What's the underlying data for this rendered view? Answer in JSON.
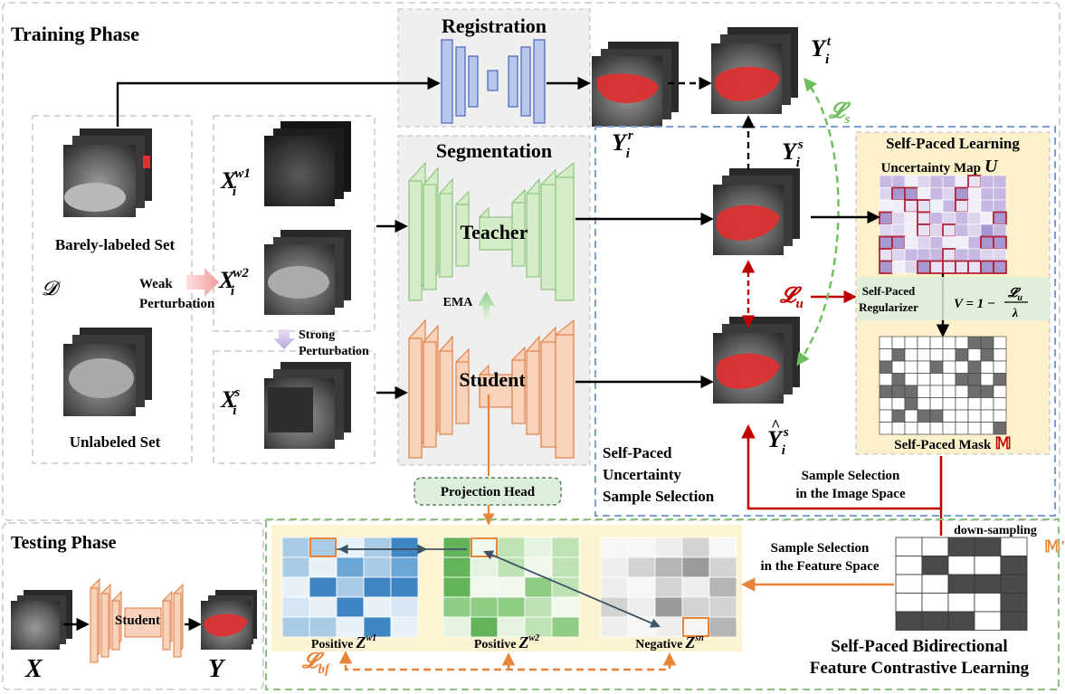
{
  "phases": {
    "training": "Training Phase",
    "testing": "Testing Phase"
  },
  "modules": {
    "registration": "Registration",
    "segmentation": "Segmentation",
    "teacher": "Teacher",
    "student": "Student",
    "student_test": "Student",
    "ema": "EMA",
    "projection_head": "Projection Head"
  },
  "datasets": {
    "barely": "Barely-labeled Set",
    "unlabeled": "Unlabeled Set",
    "d": "𝓓"
  },
  "perturbations": {
    "weak_1": "Weak",
    "weak_2": "Perturbation",
    "strong_1": "Strong",
    "strong_2": "Perturbation"
  },
  "symbols": {
    "X": "X",
    "Y": "Y",
    "i": "i",
    "w1": "w1",
    "w2": "w2",
    "s": "s",
    "r": "r",
    "t": "t",
    "hat": "^",
    "Ls": "𝓛",
    "Ls_sub": "s",
    "Lu": "𝓛",
    "Lu_sub": "u",
    "Lbf": "𝓛",
    "Lbf_sub": "bf"
  },
  "spl": {
    "title": "Self-Paced Learning",
    "umap": "Uncertainty Map",
    "umap_sym": "U",
    "reg_1": "Self-Paced",
    "reg_2": "Regularizer",
    "formula_lhs": "V = 1 −",
    "formula_num": "𝓛",
    "formula_num_sub": "u",
    "formula_den": "λ",
    "mask": "Self-Paced Mask",
    "mask_sym": "𝕄"
  },
  "selection": {
    "spuss_1": "Self-Paced",
    "spuss_2": "Uncertainty",
    "spuss_3": "Sample Selection",
    "image_1": "Sample Selection",
    "image_2": "in the Image Space",
    "feature_1": "Sample Selection",
    "feature_2": "in the Feature Space",
    "downsampling": "down-sampling",
    "mask_prime": "𝕄′"
  },
  "contrastive": {
    "pos1": "Positive",
    "pos2": "Positive",
    "neg": "Negative",
    "z": "Z",
    "w1": "w1",
    "w2": "w2",
    "sn": "sn",
    "title_1": "Self-Paced Bidirectional",
    "title_2": "Feature Contrastive Learning"
  },
  "colors": {
    "teacher": "#cfe8c4",
    "student": "#f6c9ae",
    "registration": "#b9c6ee",
    "red": "#c00000",
    "orange": "#e8843a",
    "green_dash": "#6bbf59",
    "blue_dash": "#7f9fd0",
    "panel": "#fdf1cc"
  }
}
